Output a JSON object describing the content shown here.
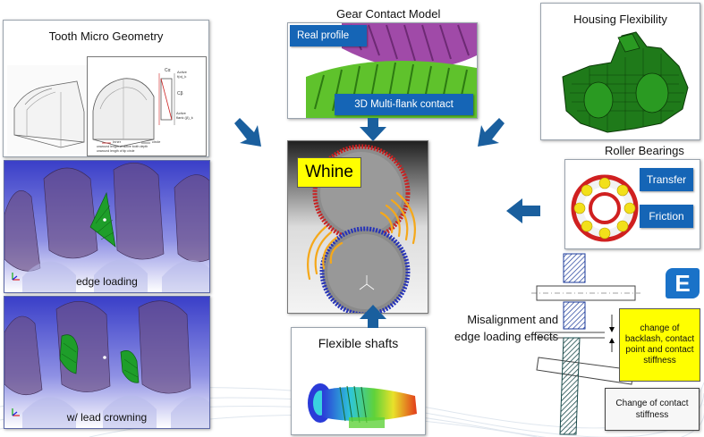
{
  "tooth_micro_geometry": {
    "title": "Tooth Micro Geometry",
    "drawing_labels": [
      "Cα",
      "Cβ",
      "Active\nf(α)_k",
      "Active\nflank (β)_k",
      "Inner",
      "circle"
    ],
    "legend_lines": [
      "unwound length of active tooth depth",
      "unwound length of tip circle"
    ]
  },
  "edge_loading": {
    "caption": "edge loading"
  },
  "lead_crowning": {
    "caption": "w/ lead crowning"
  },
  "gear_contact_model": {
    "title": "Gear Contact Model",
    "tag_real_profile": "Real profile",
    "tag_multiflank": "3D Multi-flank contact"
  },
  "whine": {
    "label": "Whine"
  },
  "flexible_shafts": {
    "title": "Flexible shafts"
  },
  "housing": {
    "title": "Housing Flexibility"
  },
  "roller_bearings": {
    "title": "Roller Bearings",
    "btn_transfer": "Transfer",
    "btn_friction": "Friction"
  },
  "misalignment": {
    "text": "Misalignment and\nedge loading effects",
    "callout_backlash": "change of\nbacklash, contact\npoint and contact\nstiffness",
    "callout_stiffness": "Change of contact\nstiffness"
  },
  "logo": {
    "letter": "E"
  },
  "colors": {
    "accent_blue": "#1565b6",
    "arrow_blue": "#1a5f9e",
    "whine_yellow": "#ffff00",
    "callout_yellow": "#ffff00"
  }
}
